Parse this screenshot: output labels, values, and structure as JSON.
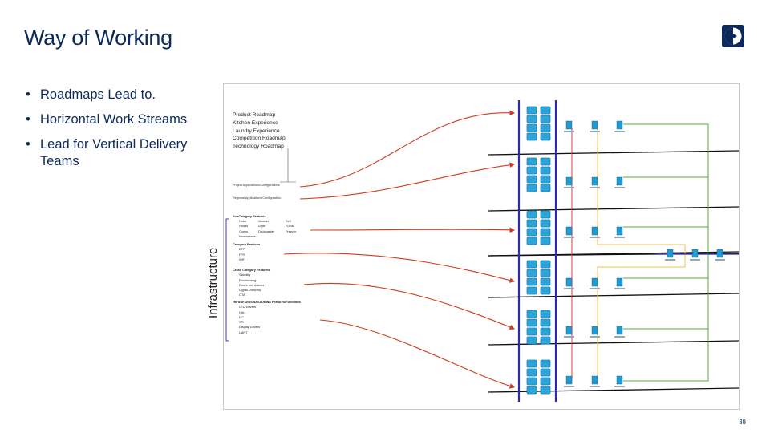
{
  "slide": {
    "title": "Way of Working",
    "page_number": "38",
    "accent_color": "#0b2a5b"
  },
  "bullets": [
    "Roadmaps Lead to.",
    "Horizontal Work Streams",
    "Lead for Vertical Delivery Teams"
  ],
  "logo": {
    "icon": "electrolux-logo-icon"
  },
  "diagram": {
    "side_label": "Infrastructure",
    "roadmaps": [
      "Product Roadmap",
      "Kitchen Experience",
      "Laundry Experience",
      "Competition Roadmap",
      "Technology Roadmap"
    ],
    "project_apps": "Project Applications/Configurations",
    "regional_apps": "Regional Applications/Configuration",
    "subcategory": {
      "heading": "SubCategory Features",
      "col1": [
        "Hobs",
        "Hoods",
        "Ovens",
        "Microwaves"
      ],
      "col2": [
        "Washer",
        "Dryer",
        "Dishwasher"
      ],
      "col3": [
        "SxS",
        "FDBM",
        "Freezer"
      ]
    },
    "category": {
      "heading": "Category Features",
      "items": [
        "EFP",
        "FPS",
        "WiFi"
      ]
    },
    "cross_category": {
      "heading": "Cross Category Features",
      "items": [
        "Standby",
        "Provisioning",
        "Errors and Alarms",
        "Digital Unboxing",
        "OTA"
      ]
    },
    "horizon": {
      "heading": "Horizon UIDSWA/UIDHWA Features/Functions",
      "items": [
        "LED Drivers",
        "HAL",
        "I2C",
        "SPI",
        "Display Drivers",
        "UART"
      ]
    },
    "line_colors": {
      "red_arrow": "#d23a1f",
      "blue_bar": "#2b2bb0",
      "green": "#5aab3b",
      "yellow": "#f2c24d",
      "red_line": "#e0394a",
      "black": "#111111"
    }
  }
}
